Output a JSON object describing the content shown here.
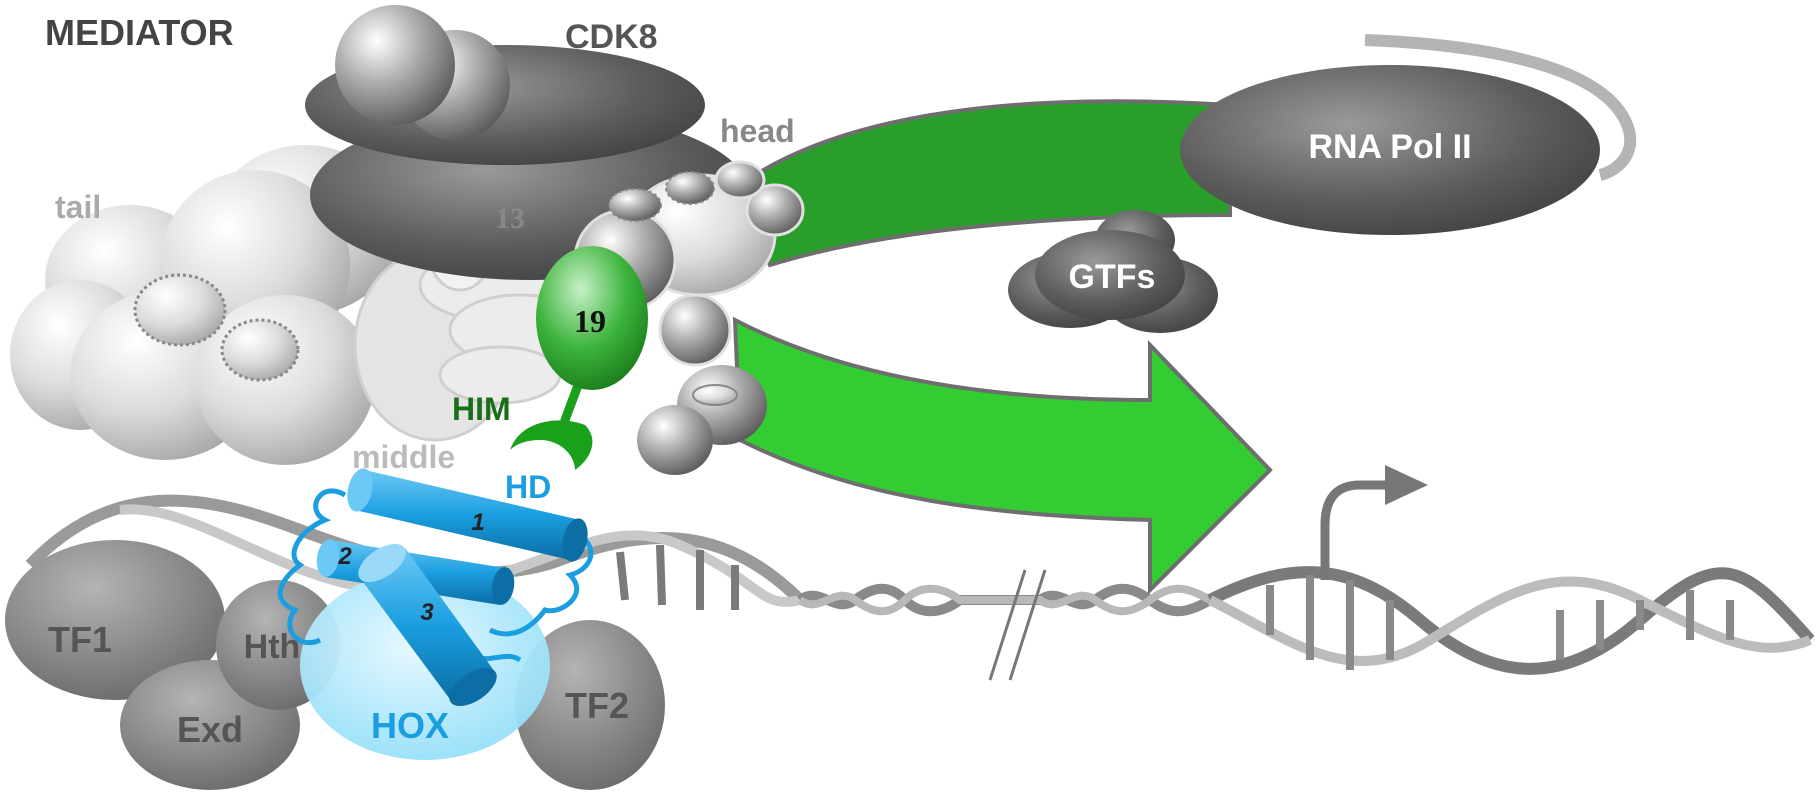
{
  "labels": {
    "mediator": "MEDIATOR",
    "cdk8": "CDK8",
    "head": "head",
    "tail": "tail",
    "middle": "middle",
    "med13": "13",
    "med19": "19",
    "him": "HIM",
    "hd": "HD",
    "helix1": "1",
    "helix2": "2",
    "helix3": "3",
    "hox": "HOX",
    "tf1": "TF1",
    "tf2": "TF2",
    "hth": "Hth",
    "exd": "Exd",
    "rna_pol_ii": "RNA Pol II",
    "gtfs": "GTFs"
  },
  "colors": {
    "mediator_gray": "#8a8a8a",
    "dark_gray": "#555555",
    "light_gray": "#c8c8c8",
    "green": "#2ea52e",
    "bright_green": "#33cc33",
    "dark_green": "#1a6e1a",
    "blue": "#1a9ee0",
    "light_blue": "#a8e4f8"
  }
}
